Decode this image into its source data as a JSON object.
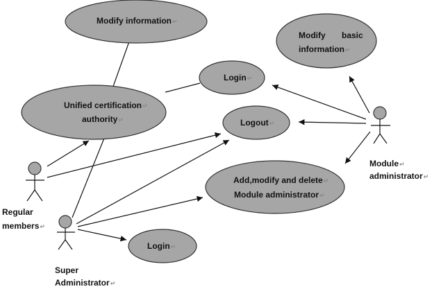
{
  "return_mark": "↵",
  "use_cases": {
    "modify_information": "Modify information",
    "login_top": "Login",
    "modify_basic_information": [
      "Modify       basic",
      "information"
    ],
    "unified_certification": [
      "Unified certification",
      "authority"
    ],
    "logout": "Logout",
    "add_modify_delete": [
      "Add,modify and delete",
      "Module administrator"
    ],
    "login_bottom": "Login"
  },
  "actors": {
    "regular_members": [
      "Regular",
      "members"
    ],
    "super_administrator": [
      "Super",
      "Administrator"
    ],
    "module_administrator": [
      "Module",
      "administrator"
    ]
  },
  "colors": {
    "use_case_fill": "#a6a6a6",
    "stroke": "#111111"
  }
}
